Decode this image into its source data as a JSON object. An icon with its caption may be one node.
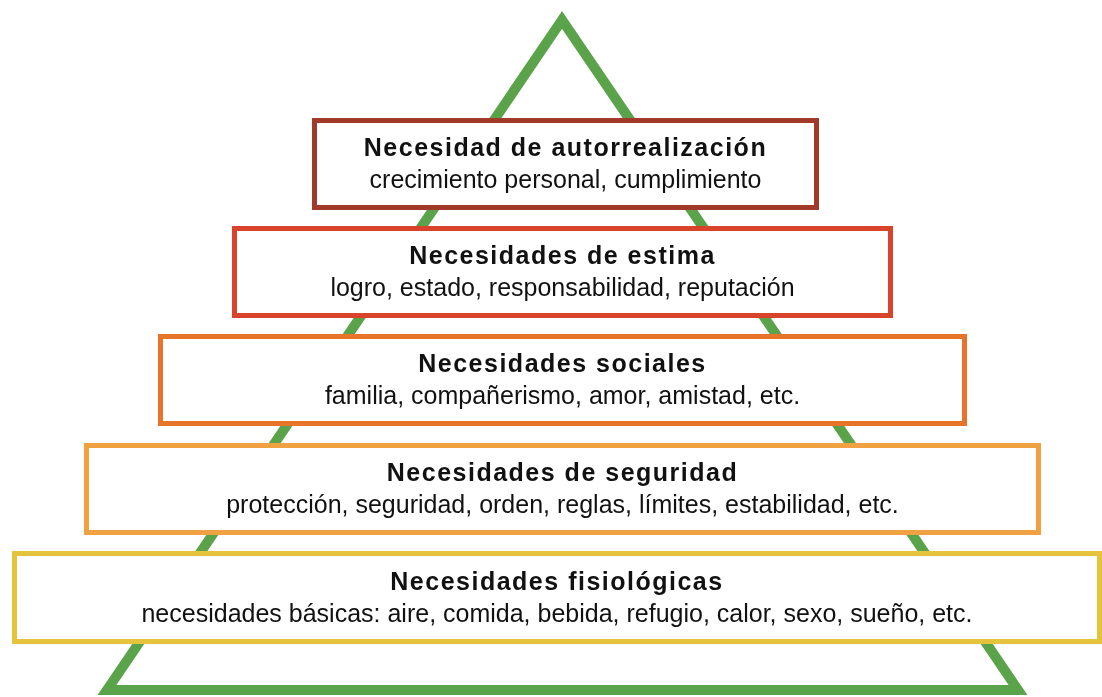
{
  "diagram": {
    "nodes": [
      {
        "text": [
          "Necesidad de autorrealización",
          "crecimiento personal, cumplimiento"
        ]
      },
      {
        "text": [
          "Necesidades de estima",
          "logro, estado, responsabilidad, reputación"
        ]
      },
      {
        "text": [
          "Necesidades sociales",
          "familia, compañerismo, amor, amistad, etc."
        ]
      },
      {
        "text": [
          "Necesidades de seguridad",
          "protección, seguridad, orden, reglas, límites, estabilidad, etc."
        ]
      },
      {
        "text": [
          "Necesidades fisiológicas",
          "necesidades básicas: aire, comida, bebida, refugio, calor, sexo, sueño, etc."
        ]
      }
    ],
    "edges": []
  }
}
